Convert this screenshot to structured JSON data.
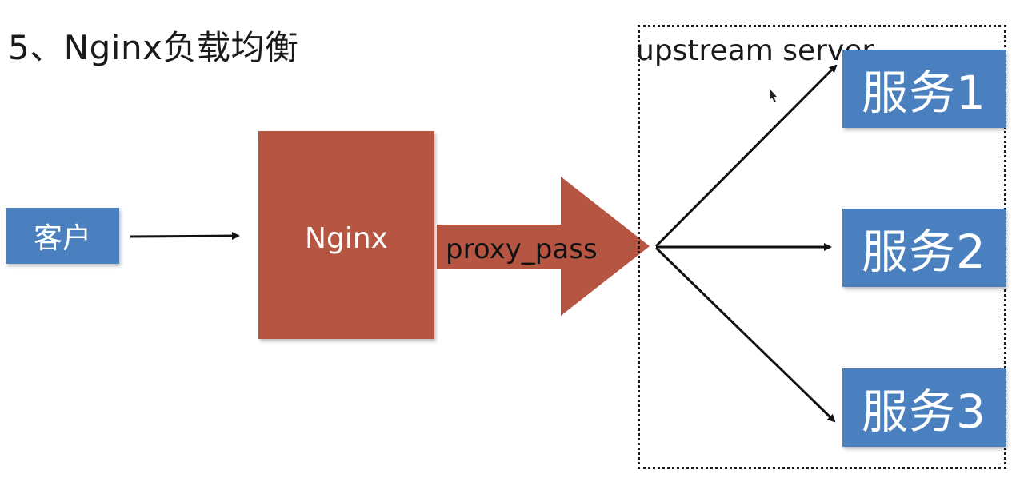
{
  "title": "5、Nginx负载均衡",
  "client": {
    "label": "客户"
  },
  "nginx": {
    "label": "Nginx"
  },
  "proxy": {
    "label": "proxy_pass"
  },
  "upstream": {
    "label": "upstream server"
  },
  "services": [
    {
      "label": "服务1"
    },
    {
      "label": "服务2"
    },
    {
      "label": "服务3"
    }
  ],
  "colors": {
    "blue": "#4a80bf",
    "brick": "#b55542",
    "line": "#111111"
  }
}
